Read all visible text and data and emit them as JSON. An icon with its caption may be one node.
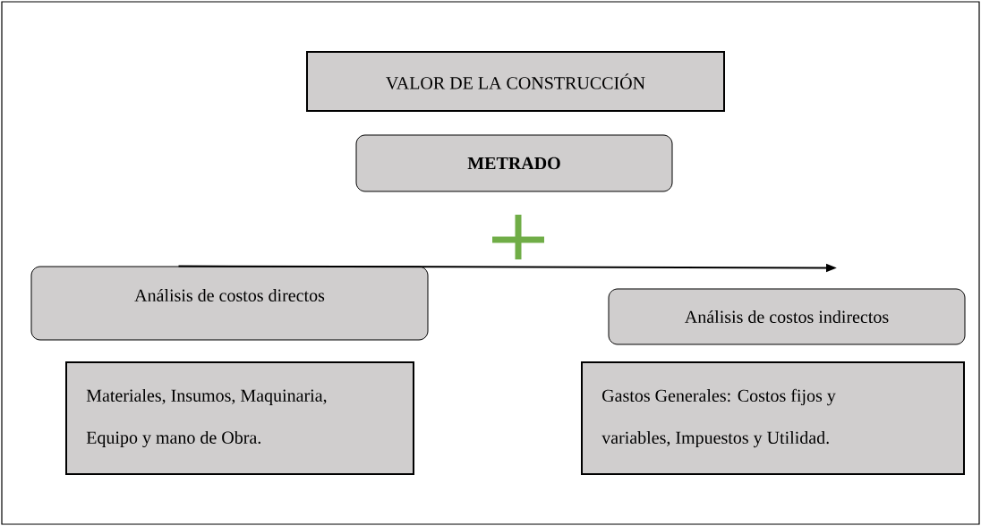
{
  "diagram": {
    "nodes": [
      {
        "text": [
          "VALOR DE LA CONSTRUCCIÓN"
        ]
      },
      {
        "text": [
          "METRADO"
        ]
      },
      {
        "text": [
          "Análisis de costos directos"
        ]
      },
      {
        "text": [
          "Análisis de costos indirectos"
        ]
      },
      {
        "text": [
          "Materiales, Insumos, Maquinaria, Equipo y mano de Obra."
        ]
      },
      {
        "text": [
          "Gastos Generales: Costos fijos y variables, Impuestos y Utilidad."
        ]
      }
    ],
    "edges": [
      {
        "from": 2,
        "to": 3,
        "arrow": "to"
      }
    ]
  }
}
